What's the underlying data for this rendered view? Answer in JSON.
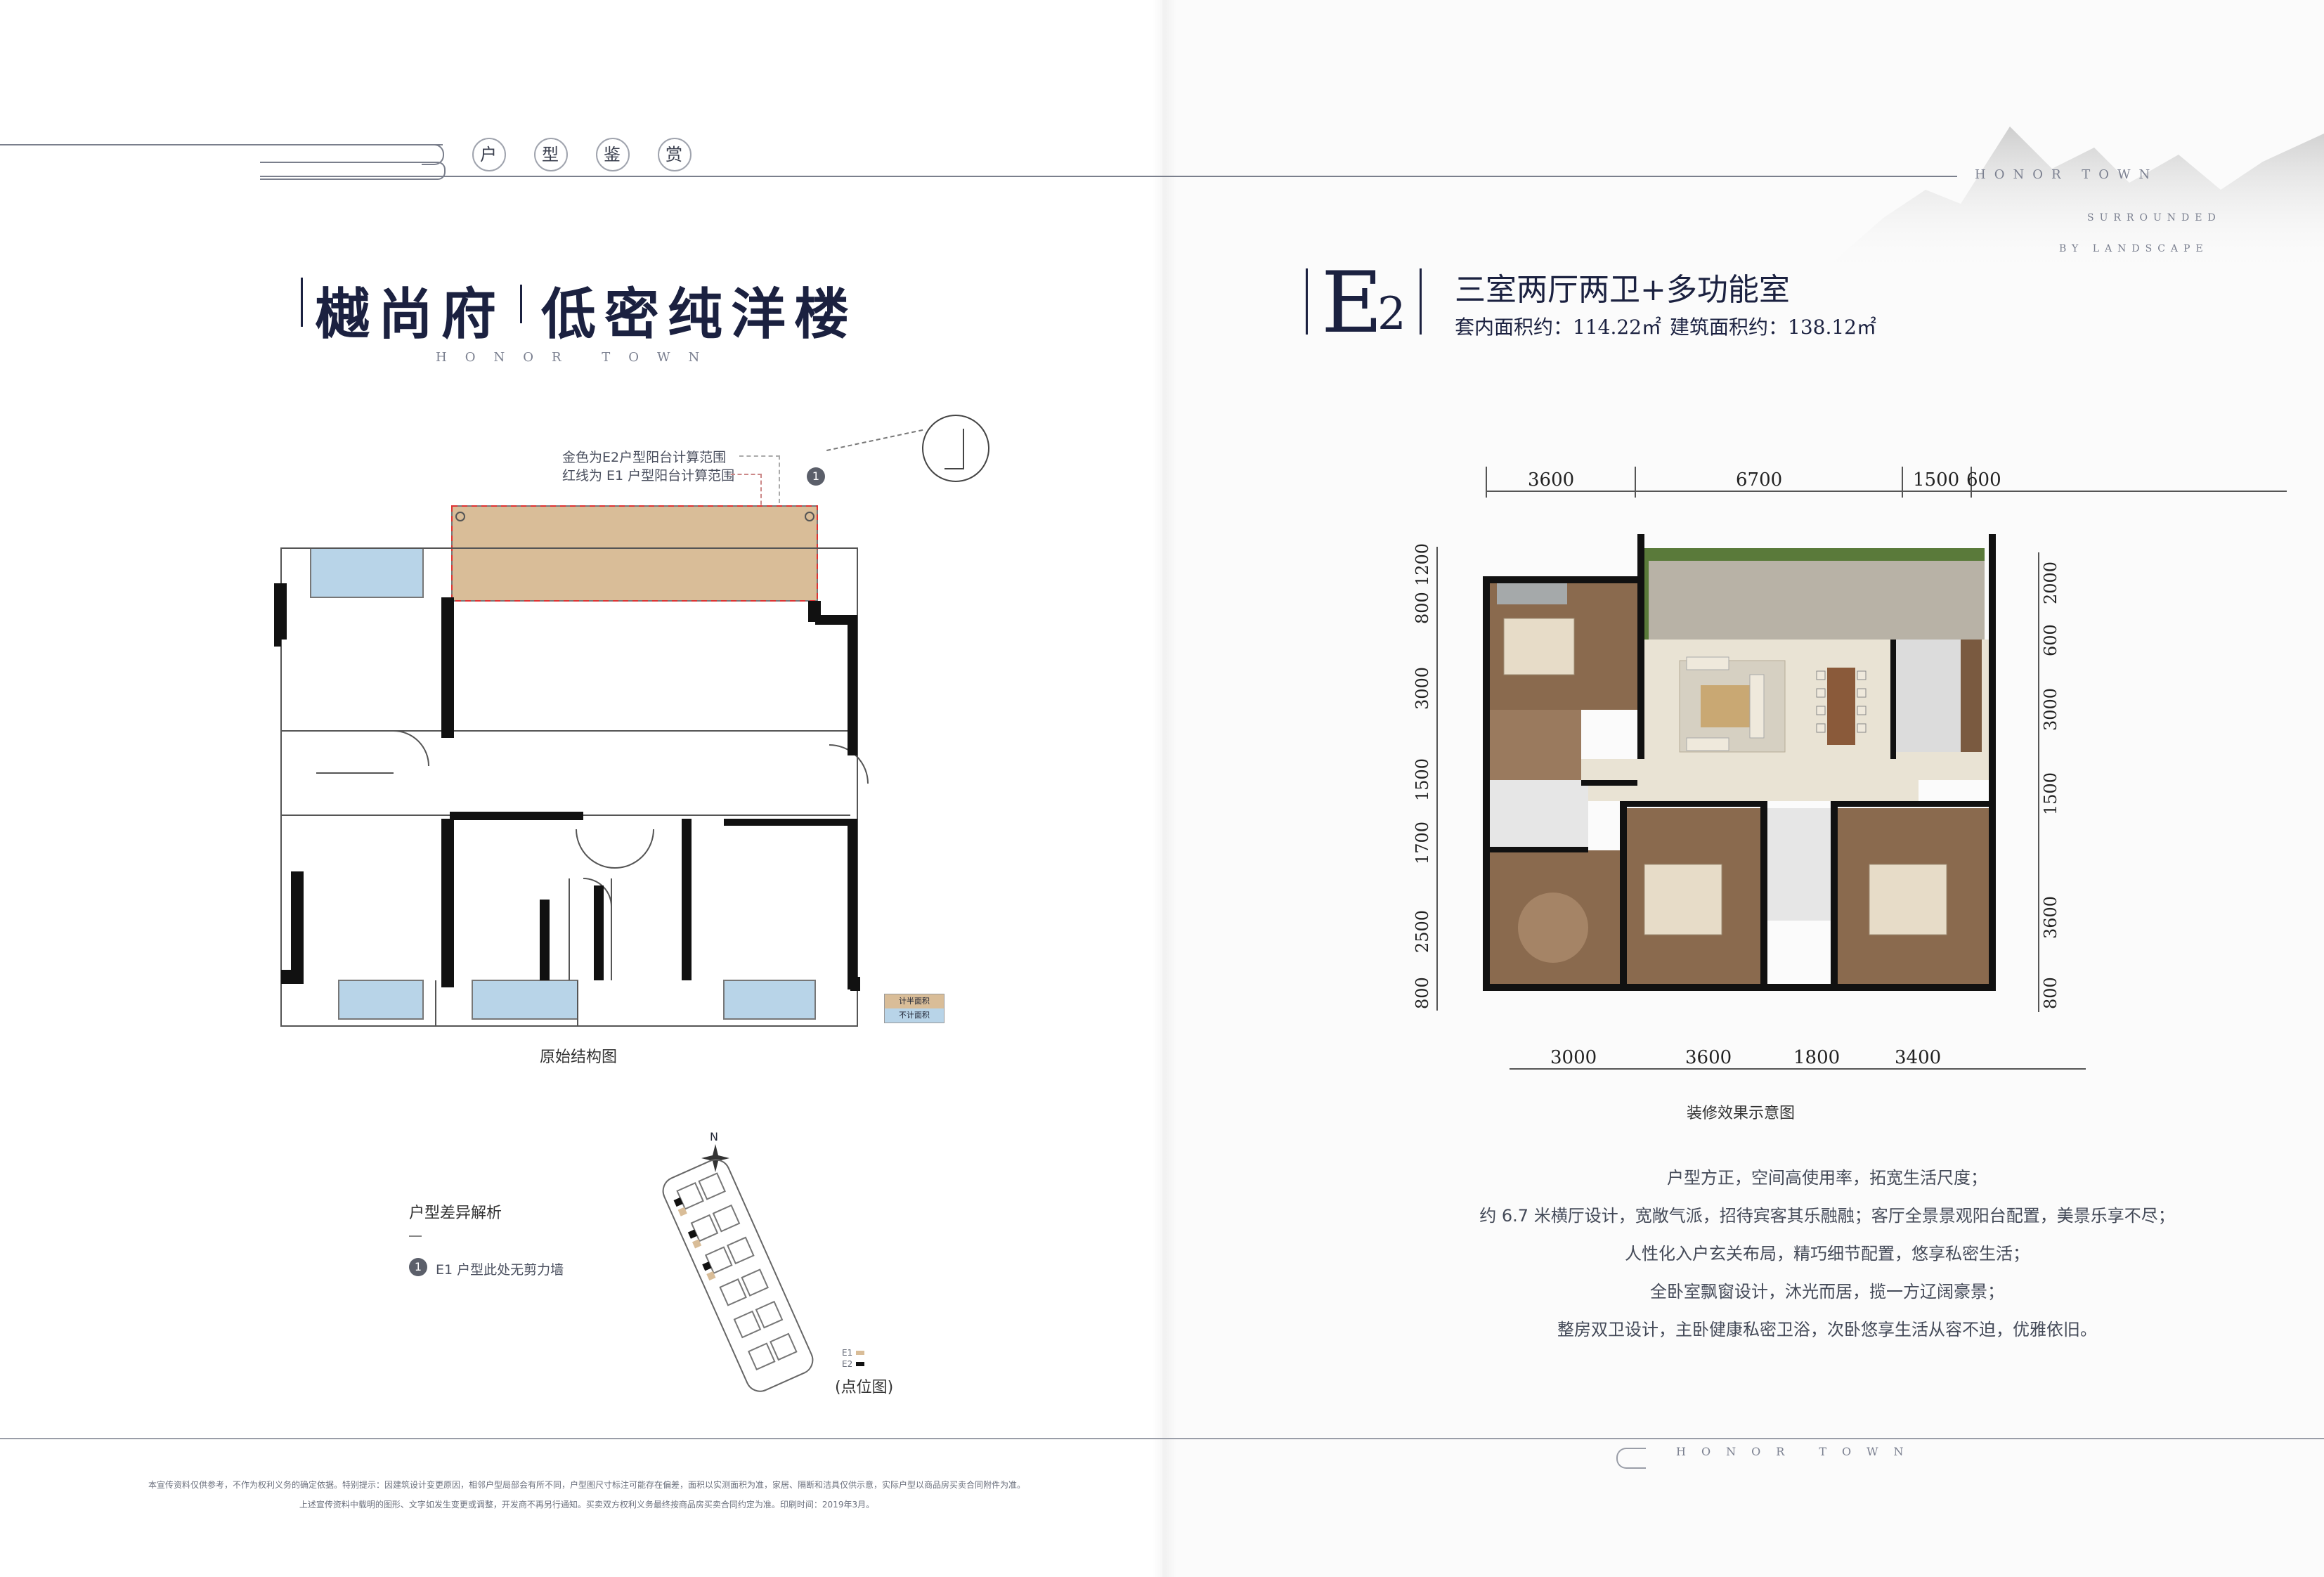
{
  "left": {
    "nav_title": [
      "户",
      "型",
      "鉴",
      "赏"
    ],
    "main_title_a": "樾尚府",
    "main_title_b": "低密纯洋楼",
    "subtitle": "HONOR TOWN",
    "legend_gold": "金色为E2户型阳台计算范围",
    "legend_red": "红线为 E1 户型阳台计算范围",
    "plan_caption": "原始结构图",
    "area_legend_1": "计半面积",
    "area_legend_2": "不计面积",
    "diff_title": "户型差异解析",
    "diff_item_num": "1",
    "diff_item_text": "E1 户型此处无剪力墙",
    "compass": "N",
    "site_label_e1": "E1",
    "site_label_e2": "E2",
    "site_caption": "(点位图)",
    "callout_num": "1",
    "disclaimer_1": "本宣传资料仅供参考，不作为权利义务的确定依据。特别提示：因建筑设计变更原因，相邻户型局部会有所不同，户型图尺寸标注可能存在偏差，面积以实测面积为准，家居、隔断和洁具仅供示意，实际户型以商品房买卖合同附件为准。",
    "disclaimer_2": "上述宣传资料中载明的图形、文字如发生变更或调整，开发商不再另行通知。买卖双方权利义务最终按商品房买卖合同约定为准。印刷时间：2019年3月。"
  },
  "right": {
    "brand_1": "HONOR TOWN",
    "brand_2": "SURROUNDED",
    "brand_3": "BY LANDSCAPE",
    "unit_code": "E",
    "unit_sub": "2",
    "layout_title": "三室两厅两卫+多功能室",
    "inner_area": "套内面积约：114.22㎡",
    "build_area": "建筑面积约：138.12㎡",
    "dims_top": [
      "3600",
      "6700",
      "1500",
      "600"
    ],
    "dims_bottom": [
      "3000",
      "3600",
      "1800",
      "3400"
    ],
    "dims_left": [
      "1200",
      "800",
      "3000",
      "1500",
      "1700",
      "2500",
      "800"
    ],
    "dims_right": [
      "2000",
      "600",
      "3000",
      "1500",
      "3600",
      "800"
    ],
    "plan_caption": "装修效果示意图",
    "description": [
      "户型方正，空间高使用率，拓宽生活尺度；",
      "约 6.7 米横厅设计，宽敞气派，招待宾客其乐融融；客厅全景景观阳台配置，美景乐享不尽；",
      "人性化入户玄关布局，精巧细节配置，悠享私密生活；",
      "全卧室飘窗设计，沐光而居，揽一方辽阔豪景；",
      "整房双卫设计，主卧健康私密卫浴，次卧悠享生活从容不迫，优雅依旧。"
    ],
    "footer_brand": "HONOR TOWN"
  },
  "colors": {
    "navy": "#1b2140",
    "balcony_gold": "#d9bd98",
    "window_blue": "#b8d4e8",
    "wall": "#111111",
    "floor_wood": "#8a6a4e",
    "floor_tile": "#e9e3d4"
  }
}
